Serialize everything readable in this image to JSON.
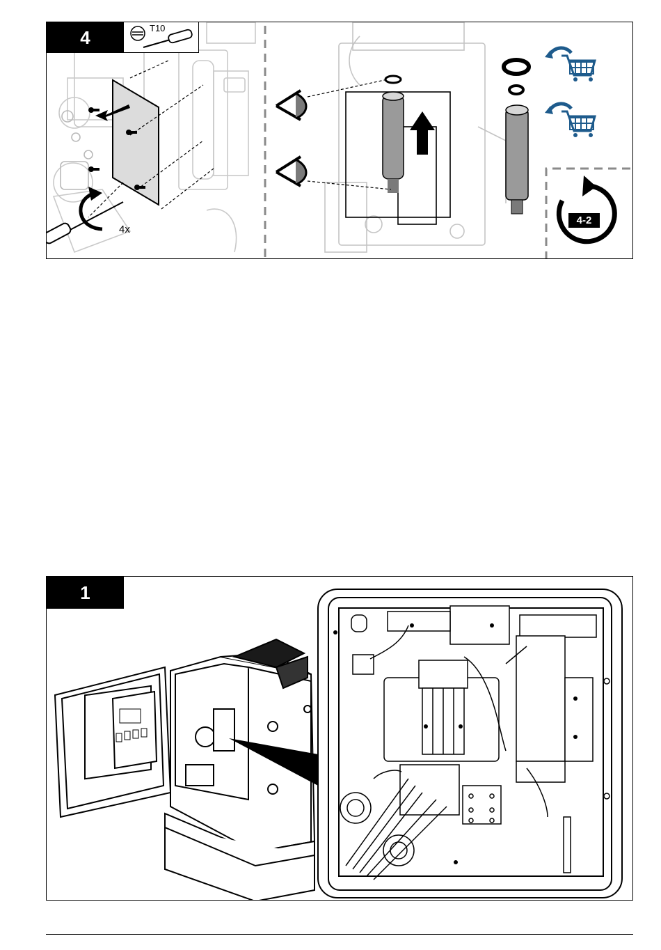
{
  "figure_top": {
    "step_number": "4",
    "tool_label": "T10",
    "quantity_label": "4x",
    "reference_label": "4-2",
    "icons": [
      "screwdriver-icon",
      "eye-icon",
      "eye-icon",
      "arrow-up-icon",
      "arrow-left-icon",
      "rotate-icon",
      "shopping-cart-icon",
      "shopping-cart-icon",
      "reference-loop-icon"
    ],
    "colors": {
      "cart": "#1e5b8c",
      "badge": "#000000",
      "dash": "#8a8a8a"
    }
  },
  "figure_bottom": {
    "step_number": "1",
    "icons": [
      "analyzer-enclosure-illustration",
      "zoom-callout"
    ]
  }
}
